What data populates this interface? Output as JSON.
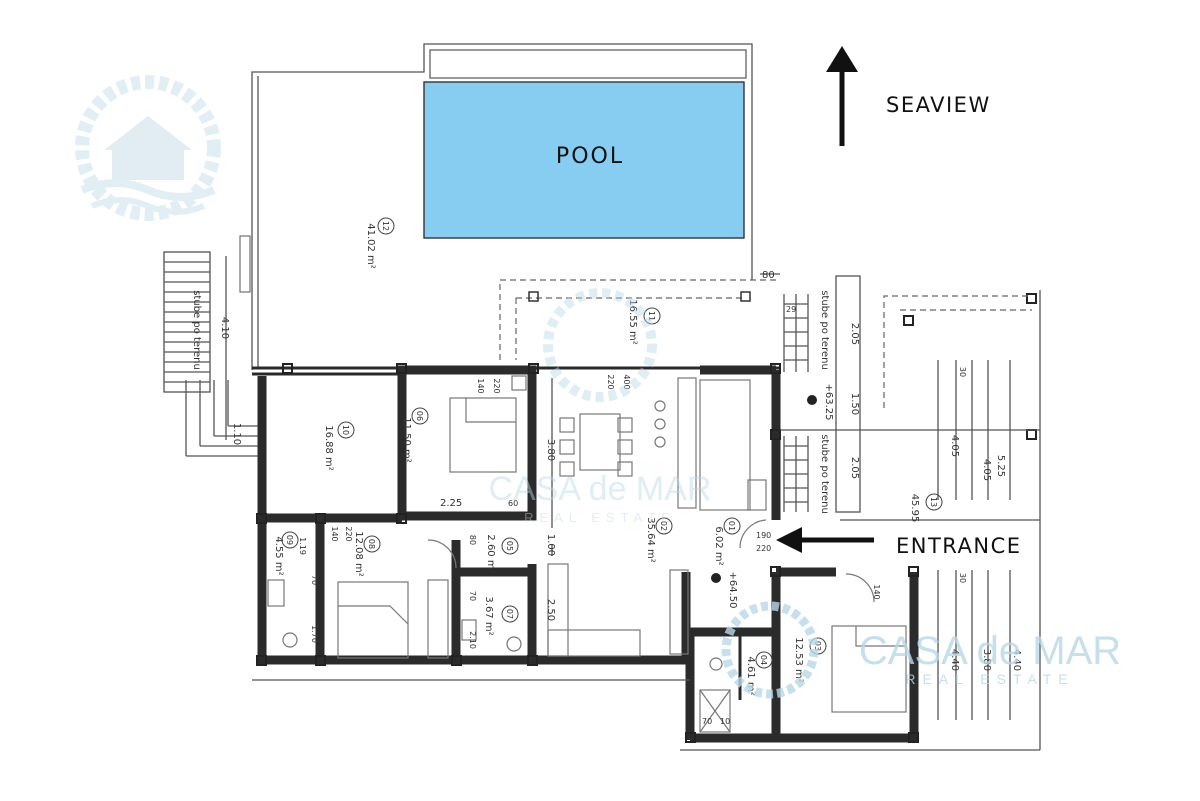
{
  "labels": {
    "pool": "POOL",
    "seaview": "SEAVIEW",
    "entrance": "ENTRANCE"
  },
  "watermark": {
    "brand": "CASA de MAR",
    "tagline": "REAL ESTATE",
    "color": "#b9d8e8"
  },
  "colors": {
    "pool_fill": "#87cdf1",
    "walls": "#2b2b2b"
  },
  "rooms": {
    "r01": {
      "num": "01",
      "area": "6.02 m²"
    },
    "r02": {
      "num": "02",
      "area": "35.64 m²"
    },
    "r03": {
      "num": "03",
      "area": "12.53 m²"
    },
    "r04": {
      "num": "04",
      "area": "4.61 m²"
    },
    "r05": {
      "num": "05",
      "area": "2.60 m²"
    },
    "r06": {
      "num": "06",
      "area": "11.50 m²"
    },
    "r07": {
      "num": "07",
      "area": "3.67 m²"
    },
    "r08": {
      "num": "08",
      "area": "12.08 m²"
    },
    "r09": {
      "num": "09",
      "area": "4.55 m²"
    },
    "r10": {
      "num": "10",
      "area": "16.88 m²"
    },
    "r11": {
      "num": "11",
      "area": "16.55 m²"
    },
    "r12": {
      "num": "12",
      "area": "41.02 m²"
    },
    "r13": {
      "num": "13",
      "area": "45.95"
    }
  },
  "annotations": {
    "stairs_left": "stube po terenu",
    "stairs_right_a": "stube po terenu",
    "stairs_right_b": "stube po terenu",
    "level_a": "+63.25",
    "level_b": "+64.50"
  },
  "dimensions": {
    "d_410": "4.10",
    "d_110": "1.10",
    "d_225": "2.25",
    "d_60": "60",
    "d_380": "3.80",
    "d_100": "1.00",
    "d_250": "2.50",
    "d_205a": "2.05",
    "d_150": "1.50",
    "d_205b": "2.05",
    "d_405": "4.05",
    "d_525": "5.25",
    "d_406": "4.05",
    "d_440a": "4.40",
    "d_380b": "3.80",
    "d_440b": "4.40",
    "d_80": "80",
    "d_30a": "30",
    "d_30b": "30",
    "d_170": "1.70",
    "d_119": "1.19",
    "d_70a": "70",
    "d_70b": "70",
    "d_210": "2.10",
    "d_140a": "140",
    "d_220a": "220",
    "d_140b": "140",
    "d_220b": "220",
    "d_400": "400",
    "d_220c": "220",
    "d_190": "190",
    "d_220d": "220",
    "d_140c": "140",
    "d_80b": "80",
    "d_29": "29",
    "d_70c": "70",
    "d_10": "10"
  }
}
